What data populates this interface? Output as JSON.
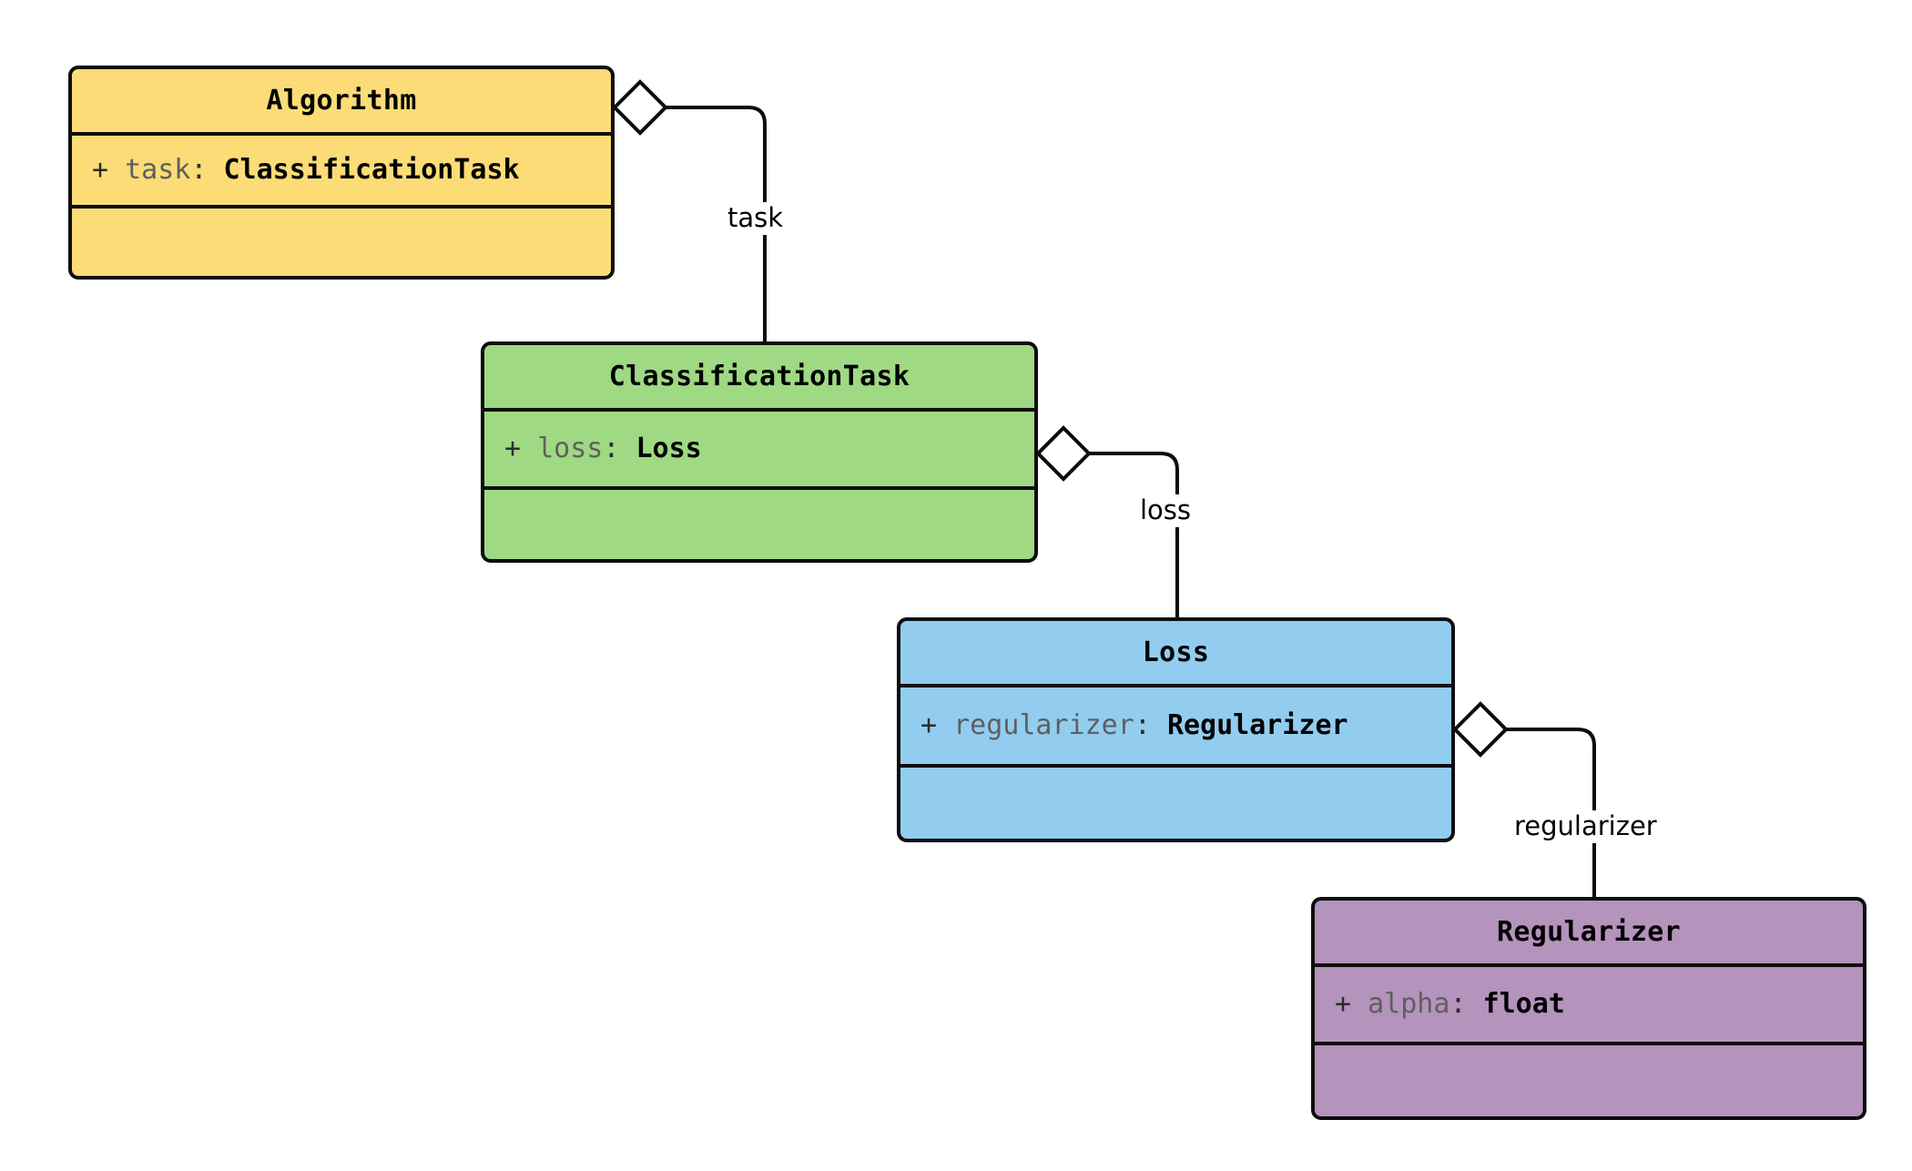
{
  "diagram": {
    "type": "uml-class-diagram",
    "title": "",
    "background_color": "#ffffff",
    "line_color": "#0d0d0d"
  },
  "classes": [
    {
      "id": "algorithm",
      "name": "Algorithm",
      "fill": "#FBDC76",
      "attributes": [
        {
          "visibility": "+",
          "name": "task",
          "separator": ":",
          "type": "ClassificationTask"
        }
      ],
      "methods": []
    },
    {
      "id": "classification-task",
      "name": "ClassificationTask",
      "fill": "#9FD983",
      "attributes": [
        {
          "visibility": "+",
          "name": "loss",
          "separator": ":",
          "type": "Loss"
        }
      ],
      "methods": []
    },
    {
      "id": "loss",
      "name": "Loss",
      "fill": "#92CDF0",
      "attributes": [
        {
          "visibility": "+",
          "name": "regularizer",
          "separator": ":",
          "type": "Regularizer"
        }
      ],
      "methods": []
    },
    {
      "id": "regularizer",
      "name": "Regularizer",
      "fill": "#B493BC",
      "attributes": [
        {
          "visibility": "+",
          "name": "alpha",
          "separator": ":",
          "type": "float"
        }
      ],
      "methods": []
    }
  ],
  "relationships": [
    {
      "id": "algorithm-task",
      "kind": "aggregation",
      "source": "Algorithm",
      "target": "ClassificationTask",
      "label": "task",
      "marker": "hollow-diamond"
    },
    {
      "id": "classificationtask-loss",
      "kind": "aggregation",
      "source": "ClassificationTask",
      "target": "Loss",
      "label": "loss",
      "marker": "hollow-diamond"
    },
    {
      "id": "loss-regularizer",
      "kind": "aggregation",
      "source": "Loss",
      "target": "Regularizer",
      "label": "regularizer",
      "marker": "hollow-diamond"
    }
  ]
}
